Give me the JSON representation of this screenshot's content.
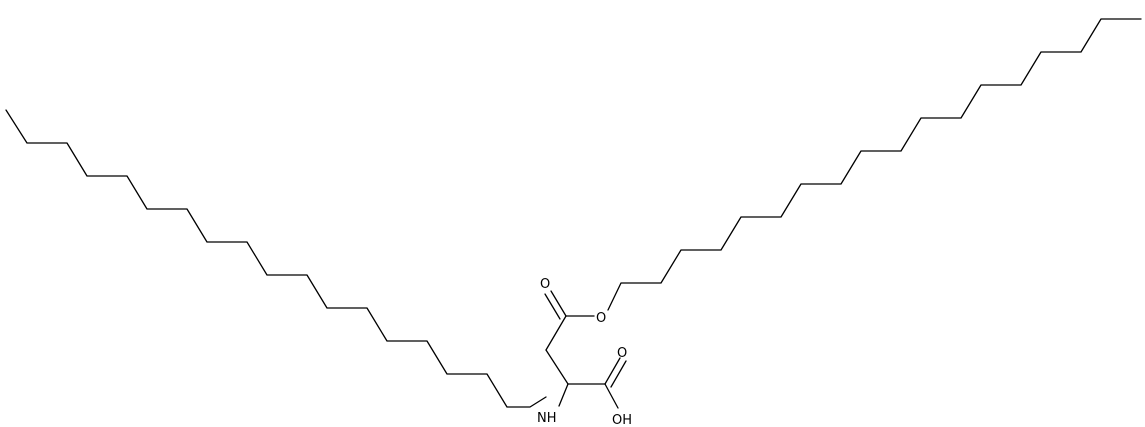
{
  "molecule": {
    "atoms": {
      "nh": "NH",
      "ester_o": "O",
      "carbonyl_o_ester": "O",
      "carbonyl_o_acid": "O",
      "hydroxyl": "OH"
    }
  }
}
